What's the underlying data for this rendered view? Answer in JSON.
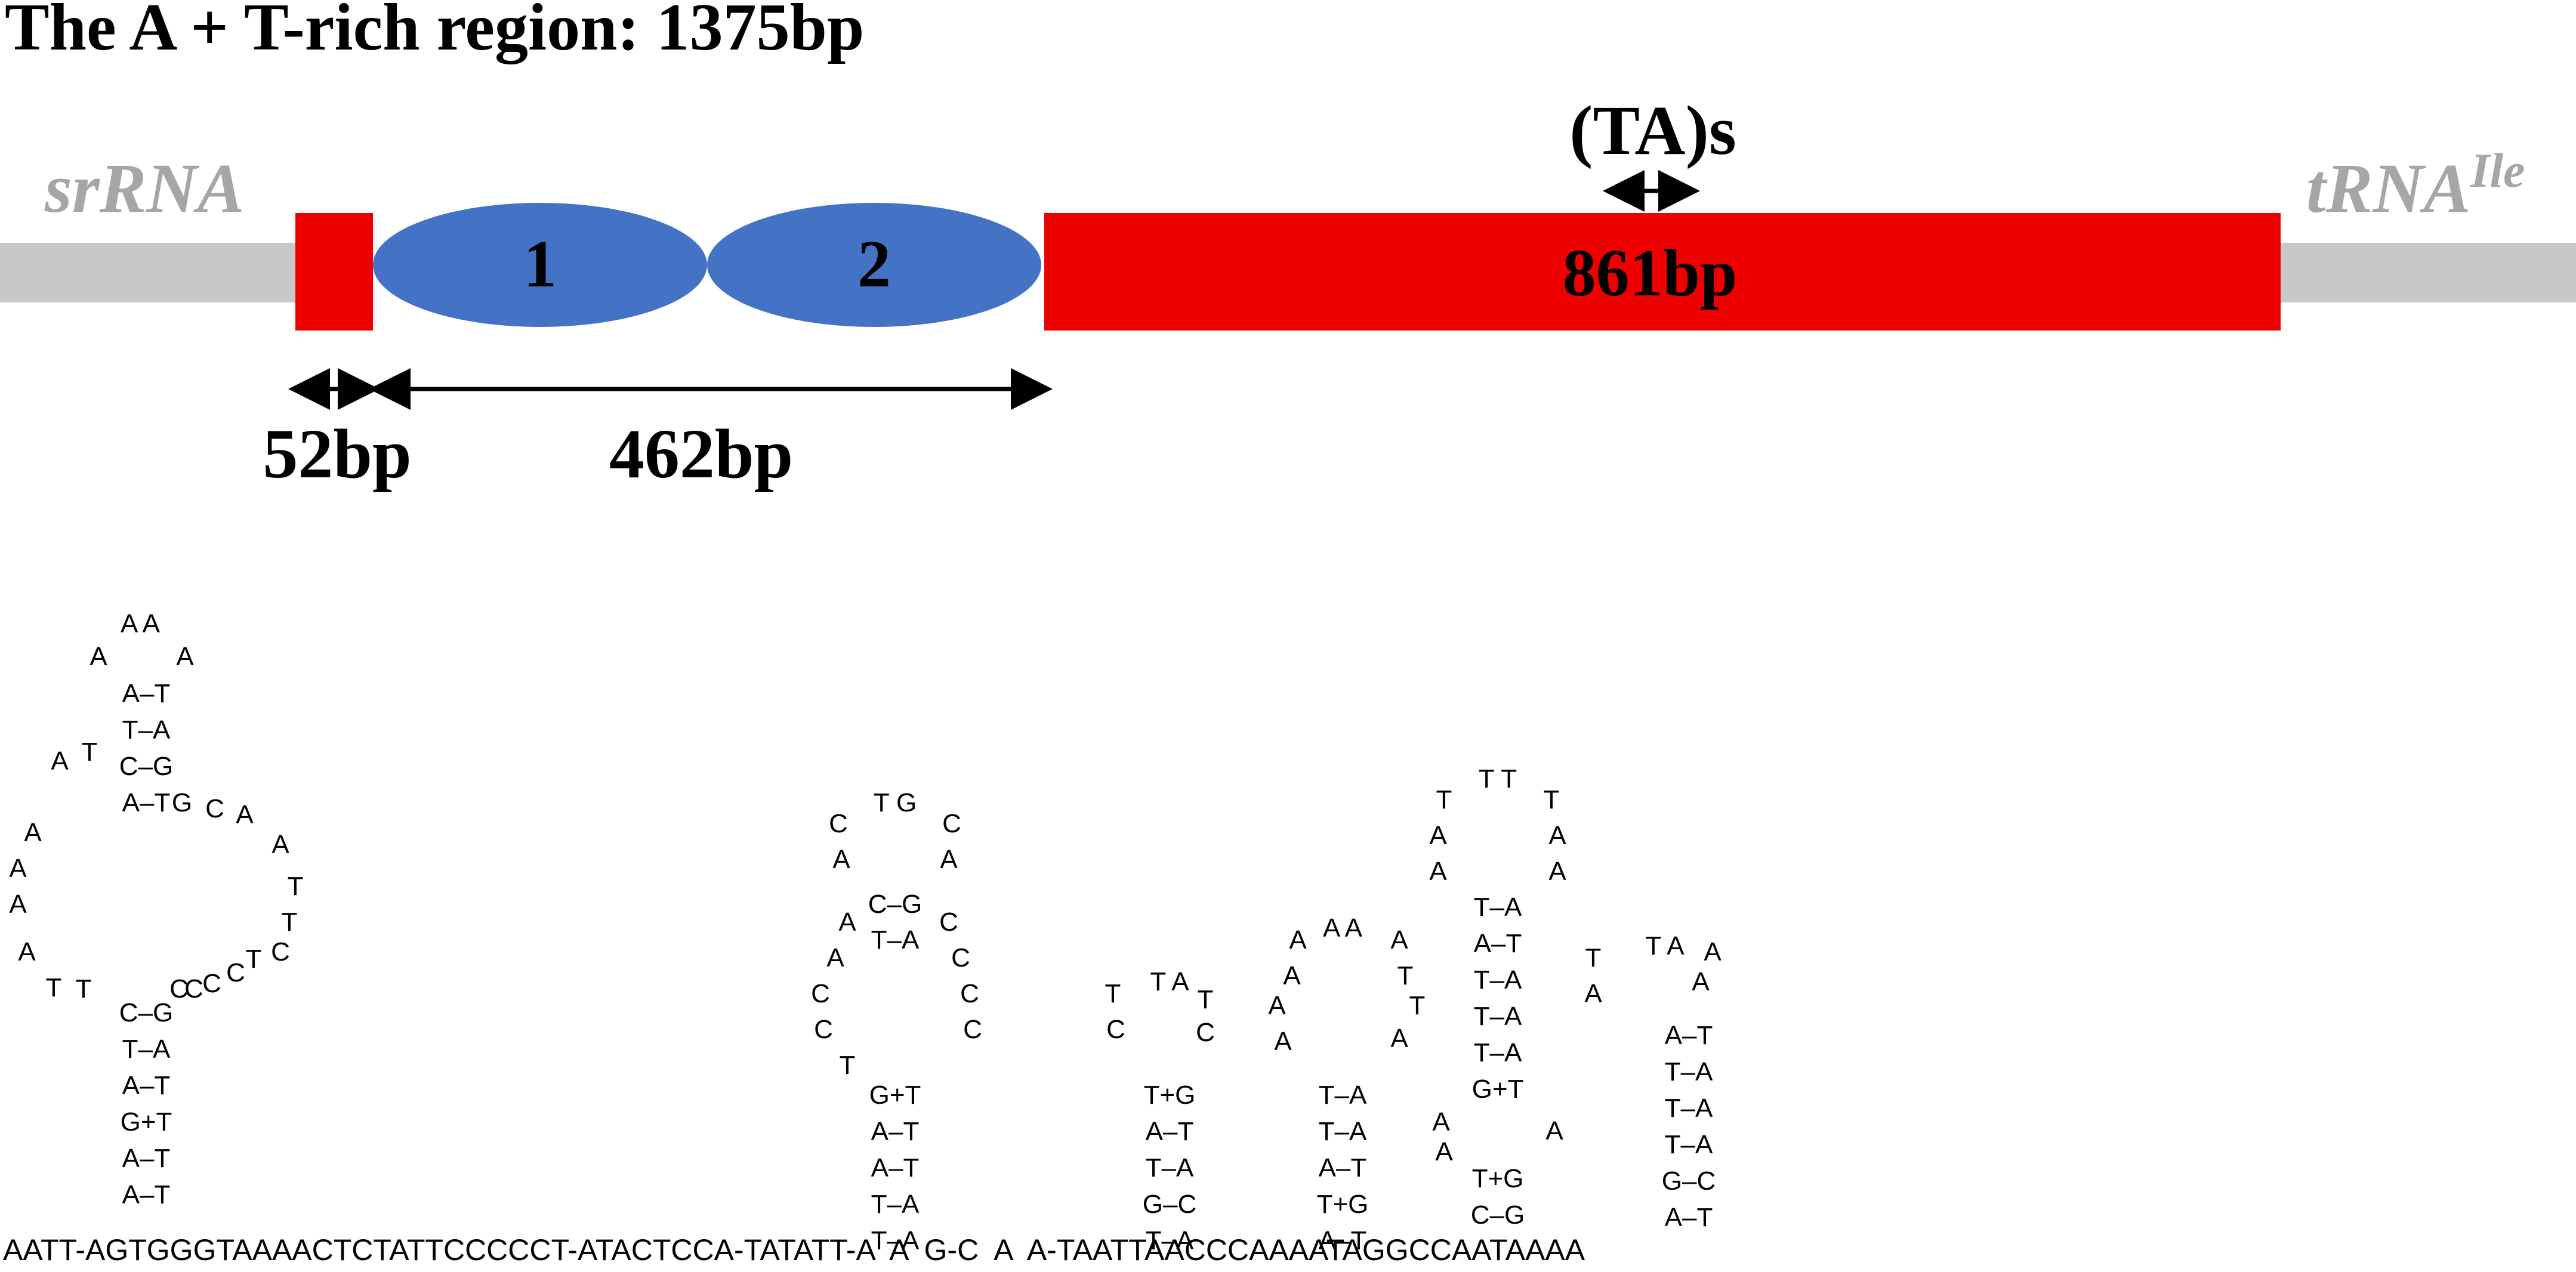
{
  "title": "The A + T-rich region: 1375bp",
  "colors": {
    "flank": "#c8c8c8",
    "flank_text": "#a6a6a6",
    "region": "#ee0000",
    "repeat": "#4472c4",
    "ink": "#000000"
  },
  "map": {
    "left_flank": {
      "base": "srRNA"
    },
    "right_flank": {
      "base": "tRNA",
      "superscript": "Ile"
    },
    "repeats": [
      {
        "label": "1"
      },
      {
        "label": "2"
      }
    ],
    "long_block": {
      "label": "861bp"
    },
    "ta_repeat": {
      "label": "(TA)s"
    },
    "segments": [
      {
        "label": "52bp"
      },
      {
        "label": "462bp"
      }
    ]
  },
  "structure": {
    "backbone": "AATT-AGTGGGTAAAACTCTATTCCCCCT-ATACTCCA-TATATT-A  A  G-C  A  A-TAATTAACCCAAAATAGGCCAATAAAA",
    "hairpins": [
      {
        "name": "hairpin-1",
        "loop": [
          "A A",
          "A",
          "A"
        ],
        "stem": [
          "A–T",
          "T–A",
          "C–G",
          "A–T",
          "C–G",
          "T–A",
          "A–T",
          "G+T",
          "A–T",
          "A–T"
        ],
        "bulge_left": [
          "A",
          "T",
          "A",
          "A",
          "A",
          "A",
          "T",
          "T"
        ],
        "bulge_right": [
          "G",
          "C",
          "A",
          "A",
          "T",
          "T",
          "C",
          "T",
          "C",
          "C",
          "C",
          "C"
        ]
      },
      {
        "name": "hairpin-2",
        "loop": [
          "C",
          "T G",
          "C",
          "A",
          "A"
        ],
        "stem": [
          "C–G",
          "T–A",
          "G+T",
          "A–T",
          "A–T",
          "T–A",
          "T–A"
        ],
        "bulge_left": [
          "A",
          "C",
          "A",
          "C",
          "T"
        ],
        "bulge_right": [
          "C",
          "C",
          "C",
          "C"
        ]
      },
      {
        "name": "hairpin-3",
        "loop": [
          "T",
          "T A",
          "T",
          "C",
          "C"
        ],
        "stem": [
          "T+G",
          "A–T",
          "T–A",
          "G–C",
          "T–A"
        ]
      },
      {
        "name": "hairpin-4",
        "loop": [
          "A",
          "A A",
          "A",
          "A",
          "A",
          "A",
          "T",
          "T",
          "A"
        ],
        "stem": [
          "T–A",
          "T–A",
          "A–T",
          "T+G",
          "A–T"
        ]
      },
      {
        "name": "hairpin-5",
        "loop": [
          "T T",
          "T",
          "T",
          "A",
          "A",
          "A",
          "A"
        ],
        "stem": [
          "T–A",
          "A–T",
          "T–A",
          "T–A",
          "T–A",
          "G+T",
          "T+G",
          "C–G"
        ],
        "bulge_left": [
          "A",
          "A"
        ],
        "bulge_right": [
          "A"
        ]
      },
      {
        "name": "hairpin-6",
        "loop": [
          "T",
          "T A",
          "A",
          "A",
          "A"
        ],
        "stem": [
          "A–T",
          "T–A",
          "T–A",
          "T–A",
          "G–C",
          "A–T"
        ]
      }
    ]
  }
}
